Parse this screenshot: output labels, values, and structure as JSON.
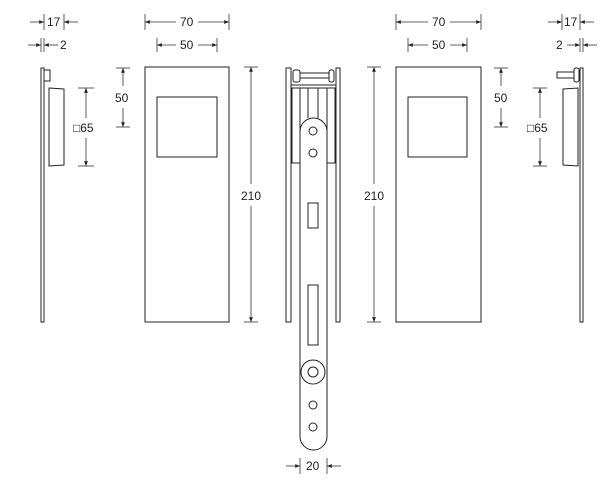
{
  "left_side_view": {
    "depth": "17",
    "plate_thickness": "2",
    "offset": "50",
    "square_size": "□65"
  },
  "left_front_view": {
    "width": "70",
    "window_width": "50",
    "height": "210"
  },
  "lock_case": {
    "forend_width": "20"
  },
  "right_front_view": {
    "width": "70",
    "window_width": "50",
    "height": "210",
    "offset": "50"
  },
  "right_side_view": {
    "depth": "17",
    "plate_thickness": "2",
    "square_size": "□65"
  }
}
